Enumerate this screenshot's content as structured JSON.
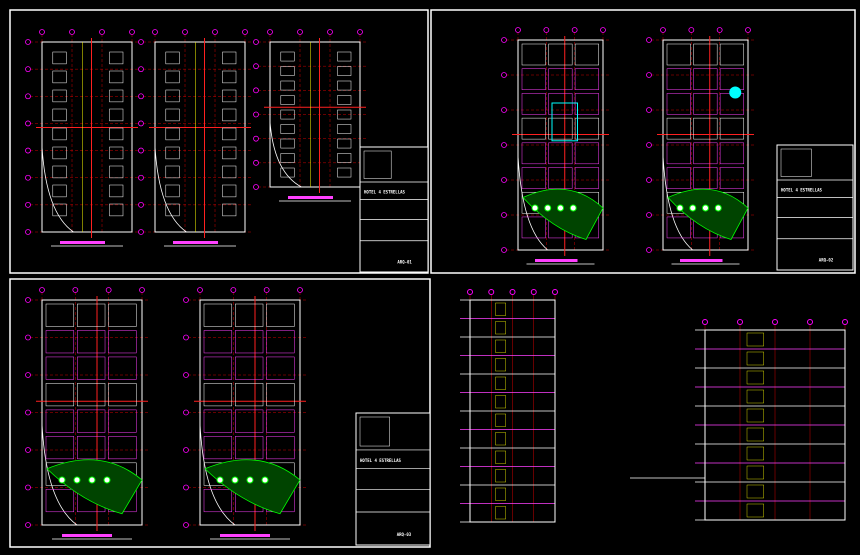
{
  "project": {
    "name": "HOTEL 4 ESTRELLAS"
  },
  "sheets": [
    {
      "code": "ARQ-01",
      "plans": 3
    },
    {
      "code": "ARQ-02",
      "plans": 2
    },
    {
      "code": "ARQ-03",
      "plans": 2
    }
  ],
  "colors": {
    "background": "#000000",
    "border": "#ffffff",
    "wall": "#ffffff",
    "grid": "#ff0000",
    "bubble": "#ff00ff",
    "accent": "#ffff00",
    "furniture": "#ff40ff",
    "landscape": "#00ff00",
    "pool": "#00ffff"
  }
}
